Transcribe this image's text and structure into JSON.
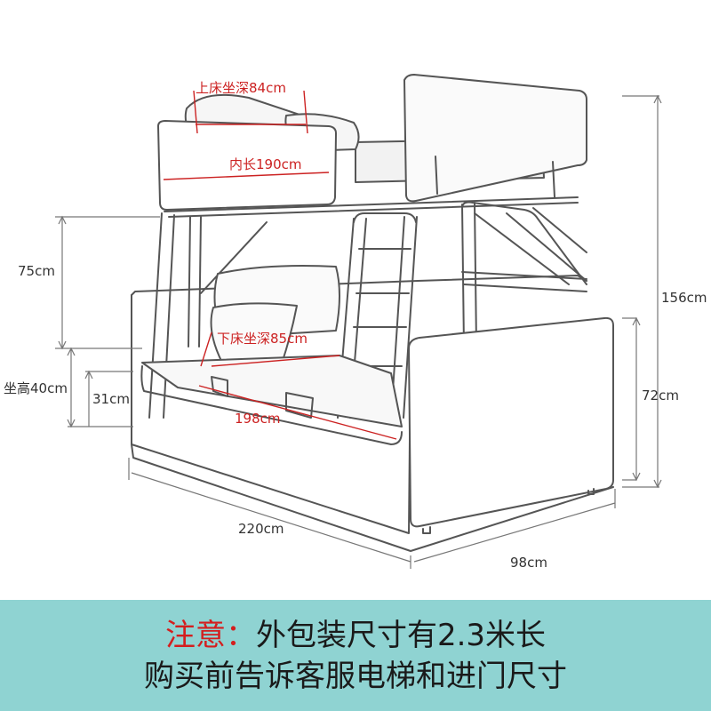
{
  "dimensions": {
    "upper_seat_depth": "上床坐深84cm",
    "inner_length": "内长190cm",
    "lower_seat_depth": "下床坐深85cm",
    "lower_length": "198cm",
    "upper_gap": "75cm",
    "seat_height": "坐高40cm",
    "seat_thickness": "31cm",
    "total_height": "156cm",
    "arm_height": "72cm",
    "total_length": "220cm",
    "total_depth": "98cm"
  },
  "note": {
    "label": "注意：",
    "line1": "外包装尺寸有2.3米长",
    "line2": "购买前告诉客服电梯和进门尺寸"
  },
  "colors": {
    "line": "#555555",
    "red_text": "#cc2222",
    "panel_bg": "#8fd3d2"
  }
}
